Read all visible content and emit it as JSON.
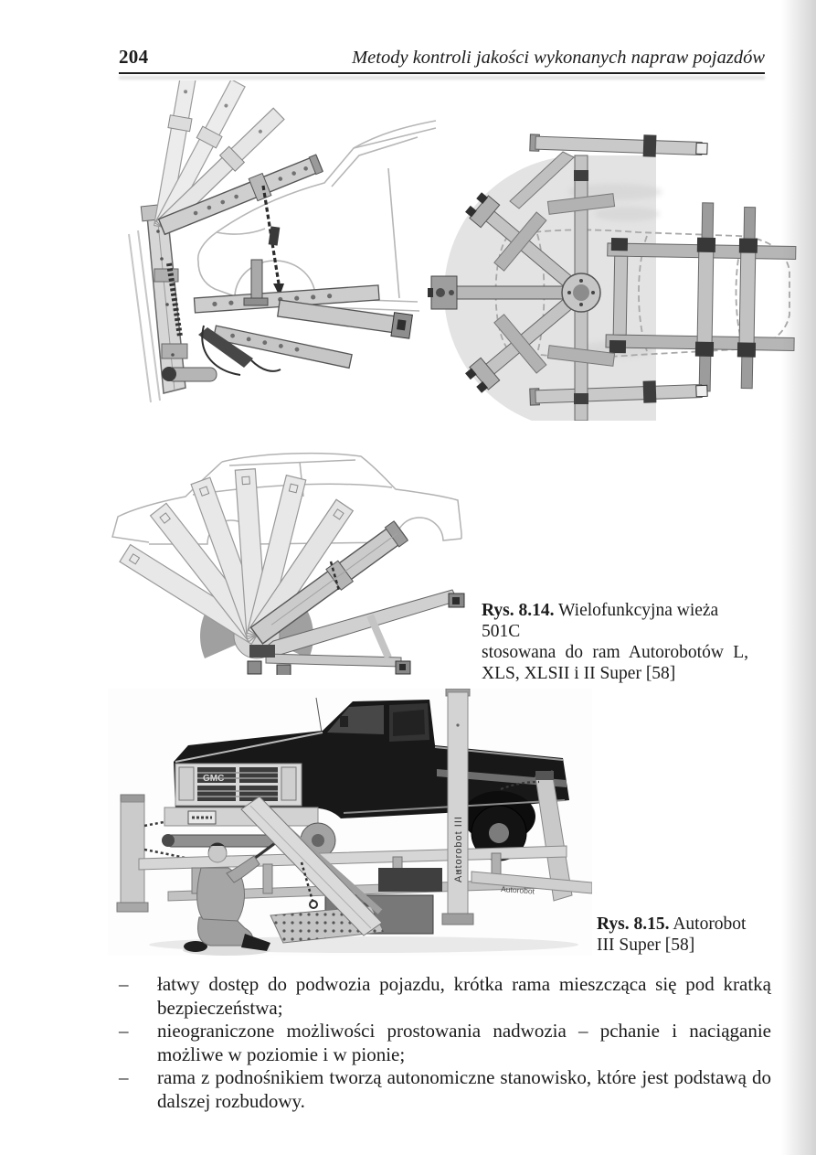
{
  "page_header": {
    "page_number": "204",
    "running_title": "Metody kontroli jakości wykonanych napraw pojazdów"
  },
  "figure_8_14": {
    "caption_label": "Rys. 8.14.",
    "caption_lines": [
      "Wielofunkcyjna wieża 501C",
      "stosowana do ram Autorobotów L,",
      "XLS, XLSII i II Super [58]"
    ]
  },
  "figure_8_15": {
    "caption_label": "Rys. 8.15.",
    "caption_lines": [
      "Autorobot",
      "III Super [58]"
    ],
    "photo_labels": {
      "tower_vertical": "Autorobot III",
      "beam": "Autorobot",
      "grille": "GMC"
    }
  },
  "bullet_list": {
    "marker": "–",
    "items": [
      "łatwy dostęp do podwozia pojazdu, krótka rama mieszcząca się pod kratką bezpieczeństwa;",
      "nieograniczone możliwości prostowania nadwozia – pchanie i naciąganie możliwe w poziomie i w pionie;",
      "rama z podnośnikiem tworzą autonomiczne stanowisko, które jest podstawą do dalszej rozbudowy."
    ]
  }
}
